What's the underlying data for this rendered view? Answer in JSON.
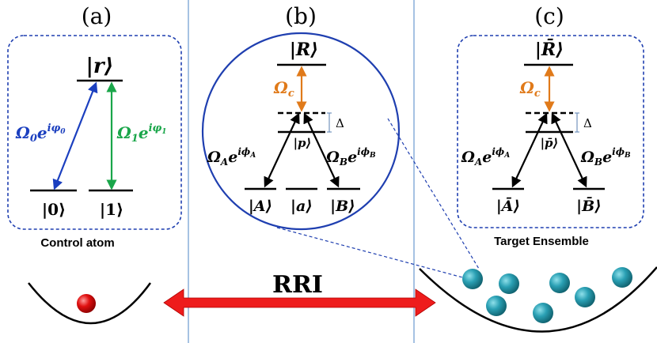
{
  "panels": {
    "a": {
      "tag": "(a)",
      "caption": "Control atom"
    },
    "b": {
      "tag": "(b)"
    },
    "c": {
      "tag": "(c)",
      "caption": "Target Ensemble"
    }
  },
  "levels": {
    "a": {
      "top": "|r⟩",
      "left": "|0⟩",
      "right": "|1⟩"
    },
    "b": {
      "top": "|R⟩",
      "mid": "|p⟩",
      "left": "|A⟩",
      "center": "|a⟩",
      "right": "|B⟩"
    },
    "c": {
      "top": "|R̄⟩",
      "mid": "|p̄⟩",
      "left": "|Ā⟩",
      "right": "|B̄⟩"
    }
  },
  "couplings": {
    "a": {
      "blue_base": "Ω",
      "blue_sub": "0",
      "blue_exp": "iφ",
      "blue_exp_sub": "0",
      "green_base": "Ω",
      "green_sub": "1",
      "green_exp": "iφ",
      "green_exp_sub": "1"
    },
    "b": {
      "c_base": "Ω",
      "c_sub": "c",
      "A_base": "Ω",
      "A_sub": "A",
      "A_exp": "iϕ",
      "A_exp_sub": "A",
      "B_base": "Ω",
      "B_sub": "B",
      "B_exp": "iϕ",
      "B_exp_sub": "B",
      "detuning": "Δ"
    },
    "c": {
      "c_base": "Ω",
      "c_sub": "c",
      "A_base": "Ω",
      "A_sub": "A",
      "A_exp": "iϕ",
      "A_exp_sub": "A",
      "B_base": "Ω",
      "B_sub": "B",
      "B_exp": "iϕ",
      "B_exp_sub": "B",
      "detuning": "Δ"
    }
  },
  "interaction": {
    "label": "RRI"
  },
  "colors": {
    "frame": "#1f3fb0",
    "blue_arrow": "#1b3fbf",
    "green_arrow": "#1aa64a",
    "orange_arrow": "#e07a1a",
    "red_atom": "#e01010",
    "teal_atom": "#2aa0b4",
    "rri_arrow": "#ee1c1c",
    "separator": "#6a9ad0"
  }
}
